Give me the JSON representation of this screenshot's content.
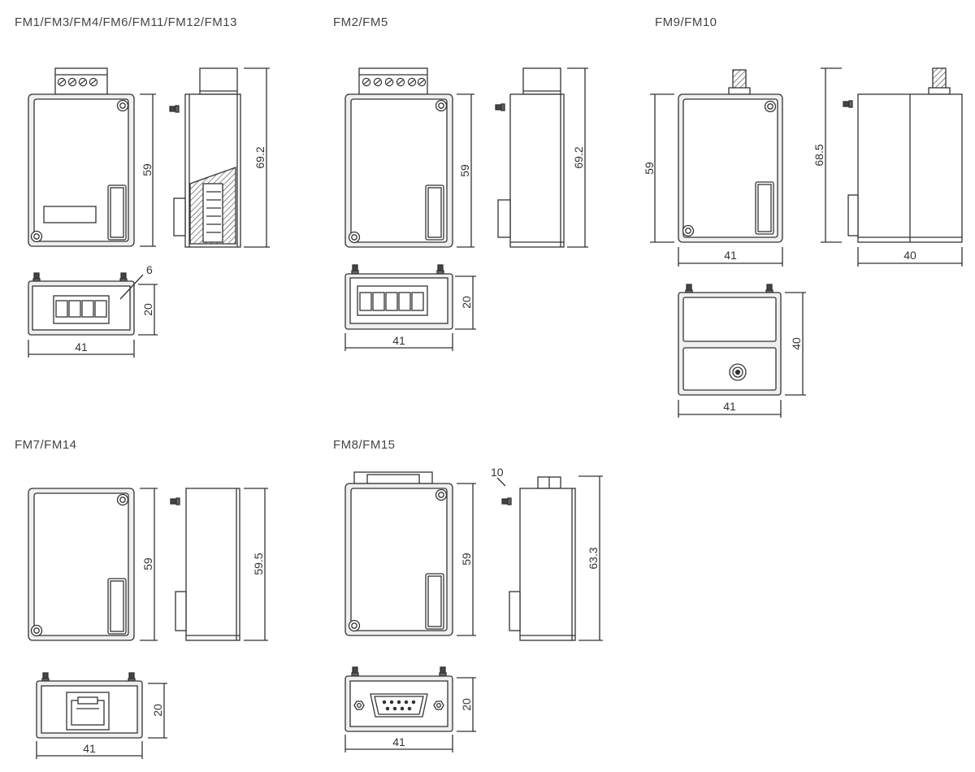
{
  "groups": {
    "g1": {
      "label": "FM1/FM3/FM4/FM6/FM11/FM12/FM13",
      "front_height": "59",
      "side_height": "69.2",
      "bottom_width": "41",
      "bottom_height": "20",
      "callout": "6"
    },
    "g2": {
      "label": "FM2/FM5",
      "front_height": "59",
      "side_height": "69.2",
      "bottom_width": "41",
      "bottom_height": "20"
    },
    "g3": {
      "label": "FM9/FM10",
      "front_height": "59",
      "front_width": "41",
      "side_height": "68.5",
      "side_width": "40",
      "bottom_width": "41",
      "bottom_height": "40"
    },
    "g4": {
      "label": "FM7/FM14",
      "front_height": "59",
      "side_height": "59.5",
      "bottom_width": "41",
      "bottom_height": "20"
    },
    "g5": {
      "label": "FM8/FM15",
      "front_height": "59",
      "side_height": "63.3",
      "bottom_width": "41",
      "bottom_height": "20",
      "callout": "10"
    }
  },
  "colors": {
    "outline": "#333333",
    "body_fill": "#ffffff",
    "frame_fill": "#efefef",
    "hatch": "#555555",
    "dim_line": "#333333"
  }
}
